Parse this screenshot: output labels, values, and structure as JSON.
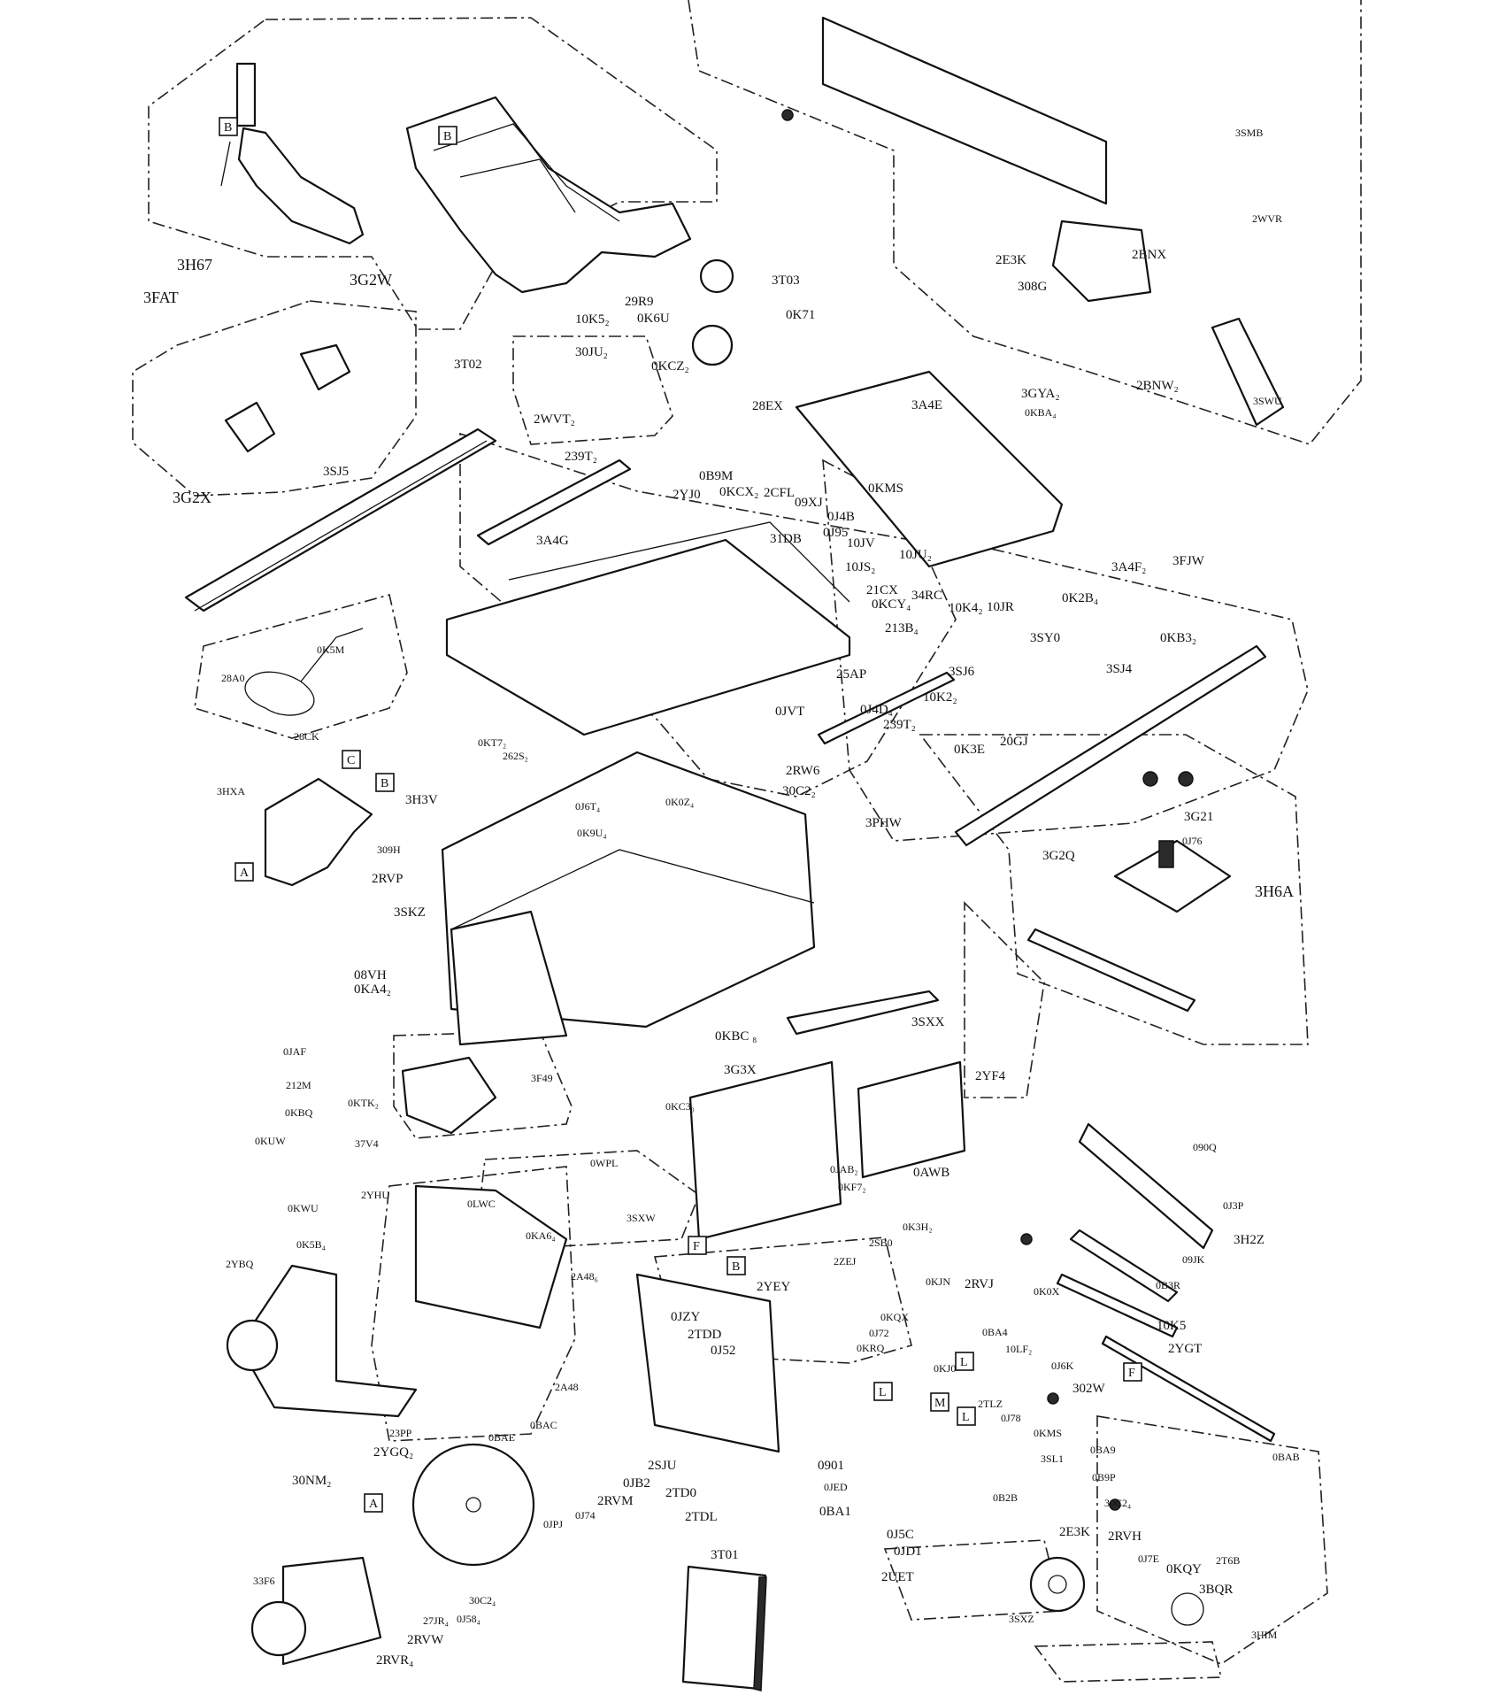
{
  "diagram": {
    "type": "exploded-parts-diagram",
    "labels": [
      {
        "id": "3H67",
        "text": "3H67"
      },
      {
        "id": "3G2W",
        "text": "3G2W"
      },
      {
        "id": "3FAT",
        "text": "3FAT"
      },
      {
        "id": "3G2X",
        "text": "3G2X"
      },
      {
        "id": "3SJ5",
        "text": "3SJ5"
      },
      {
        "id": "3T02",
        "text": "3T02"
      },
      {
        "id": "3T03",
        "text": "3T03"
      },
      {
        "id": "29R9",
        "text": "29R9"
      },
      {
        "id": "0K6U",
        "text": "0K6U"
      },
      {
        "id": "10K5_2",
        "text": "10K5₂"
      },
      {
        "id": "30JU_2",
        "text": "30JU₂"
      },
      {
        "id": "0K71",
        "text": "0K71"
      },
      {
        "id": "0KCZ_2",
        "text": "0KCZ₂"
      },
      {
        "id": "28EX",
        "text": "28EX"
      },
      {
        "id": "2WVT_2",
        "text": "2WVT₂"
      },
      {
        "id": "3SMB",
        "text": "3SMB"
      },
      {
        "id": "2WVR",
        "text": "2WVR"
      },
      {
        "id": "2E3K_a",
        "text": "2E3K"
      },
      {
        "id": "2BNX",
        "text": "2BNX"
      },
      {
        "id": "308G",
        "text": "308G"
      },
      {
        "id": "2BNW_2",
        "text": "2BNW₂"
      },
      {
        "id": "3SWU",
        "text": "3SWU"
      },
      {
        "id": "3GYA_2",
        "text": "3GYA₂"
      },
      {
        "id": "0KBA_4",
        "text": "0KBA₄"
      },
      {
        "id": "3A4E",
        "text": "3A4E"
      },
      {
        "id": "239T_2a",
        "text": "239T₂"
      },
      {
        "id": "3A4G",
        "text": "3A4G"
      },
      {
        "id": "2YJ0",
        "text": "2YJ0"
      },
      {
        "id": "0B9M",
        "text": "0B9M"
      },
      {
        "id": "0KCX_2",
        "text": "0KCX₂"
      },
      {
        "id": "2CFL",
        "text": "2CFL"
      },
      {
        "id": "09XJ",
        "text": "09XJ"
      },
      {
        "id": "0KMS_a",
        "text": "0KMS"
      },
      {
        "id": "0J4B",
        "text": "0J4B"
      },
      {
        "id": "0J95",
        "text": "0J95"
      },
      {
        "id": "10JV",
        "text": "10JV"
      },
      {
        "id": "31DB",
        "text": "31DB"
      },
      {
        "id": "10JU_2",
        "text": "10JU₂"
      },
      {
        "id": "10JS_2",
        "text": "10JS₂"
      },
      {
        "id": "21CX",
        "text": "21CX"
      },
      {
        "id": "34RC",
        "text": "34RC"
      },
      {
        "id": "0KCY_4",
        "text": "0KCY₄"
      },
      {
        "id": "10K4_2",
        "text": "10K4₂"
      },
      {
        "id": "10JR",
        "text": "10JR"
      },
      {
        "id": "213B_4",
        "text": "213B₄"
      },
      {
        "id": "3A4F_2",
        "text": "3A4F₂"
      },
      {
        "id": "3FJW",
        "text": "3FJW"
      },
      {
        "id": "0K2B_4",
        "text": "0K2B₄"
      },
      {
        "id": "0KB3_2",
        "text": "0KB3₂"
      },
      {
        "id": "3SY0",
        "text": "3SY0"
      },
      {
        "id": "3SJ4",
        "text": "3SJ4"
      },
      {
        "id": "0K5M",
        "text": "0K5M"
      },
      {
        "id": "28A0",
        "text": "28A0"
      },
      {
        "id": "28CK",
        "text": "28CK"
      },
      {
        "id": "25AP",
        "text": "25AP"
      },
      {
        "id": "3SJ6",
        "text": "3SJ6"
      },
      {
        "id": "10K2_2",
        "text": "10K2₂"
      },
      {
        "id": "0JVT",
        "text": "0JVT"
      },
      {
        "id": "0J4D_4",
        "text": "0J4D₄"
      },
      {
        "id": "239T_2b",
        "text": "239T₂"
      },
      {
        "id": "0K3E",
        "text": "0K3E"
      },
      {
        "id": "20GJ",
        "text": "20GJ"
      },
      {
        "id": "0KT7_2",
        "text": "0KT7₂"
      },
      {
        "id": "262S_2",
        "text": "262S₂"
      },
      {
        "id": "2RW6",
        "text": "2RW6"
      },
      {
        "id": "30C2_2a",
        "text": "30C2₂"
      },
      {
        "id": "3HXA",
        "text": "3HXA"
      },
      {
        "id": "3H3V",
        "text": "3H3V"
      },
      {
        "id": "309H",
        "text": "309H"
      },
      {
        "id": "2RVP",
        "text": "2RVP"
      },
      {
        "id": "0J6T_4",
        "text": "0J6T₄"
      },
      {
        "id": "0K0Z_4",
        "text": "0K0Z₄"
      },
      {
        "id": "0K9U_4",
        "text": "0K9U₄"
      },
      {
        "id": "3PHW",
        "text": "3PHW"
      },
      {
        "id": "3G21",
        "text": "3G21"
      },
      {
        "id": "0J76",
        "text": "0J76"
      },
      {
        "id": "3G2Q",
        "text": "3G2Q"
      },
      {
        "id": "3H6A",
        "text": "3H6A"
      },
      {
        "id": "3SKZ",
        "text": "3SKZ"
      },
      {
        "id": "08VH",
        "text": "08VH"
      },
      {
        "id": "0KA4_2",
        "text": "0KA4₂"
      },
      {
        "id": "3SXX",
        "text": "3SXX"
      },
      {
        "id": "0KBC_8",
        "text": "0KBC ₈"
      },
      {
        "id": "3G3X",
        "text": "3G3X"
      },
      {
        "id": "0JAF",
        "text": "0JAF"
      },
      {
        "id": "212M",
        "text": "212M"
      },
      {
        "id": "0KBQ",
        "text": "0KBQ"
      },
      {
        "id": "0KTK_2",
        "text": "0KTK₂"
      },
      {
        "id": "3F49",
        "text": "3F49"
      },
      {
        "id": "0KC3_3",
        "text": "0KC3₃"
      },
      {
        "id": "2YF4",
        "text": "2YF4"
      },
      {
        "id": "37V4",
        "text": "37V4"
      },
      {
        "id": "0KUW",
        "text": "0KUW"
      },
      {
        "id": "0WPL",
        "text": "0WPL"
      },
      {
        "id": "0JAB_2",
        "text": "0JAB₂"
      },
      {
        "id": "0AWB",
        "text": "0AWB"
      },
      {
        "id": "0KF7_2",
        "text": "0KF7₂"
      },
      {
        "id": "090Q",
        "text": "090Q"
      },
      {
        "id": "0KWU",
        "text": "0KWU"
      },
      {
        "id": "2YHU",
        "text": "2YHU"
      },
      {
        "id": "0LWC",
        "text": "0LWC"
      },
      {
        "id": "3SXW",
        "text": "3SXW"
      },
      {
        "id": "0J3P",
        "text": "0J3P"
      },
      {
        "id": "3H2Z",
        "text": "3H2Z"
      },
      {
        "id": "09JK",
        "text": "09JK"
      },
      {
        "id": "0B3R",
        "text": "0B3R"
      },
      {
        "id": "0K5B_4",
        "text": "0K5B₄"
      },
      {
        "id": "0KA6_4",
        "text": "0KA6₄"
      },
      {
        "id": "2YBQ",
        "text": "2YBQ"
      },
      {
        "id": "2A48_6",
        "text": "2A48₆"
      },
      {
        "id": "0K3H_2",
        "text": "0K3H₂"
      },
      {
        "id": "2SB0",
        "text": "2SB0"
      },
      {
        "id": "2ZEJ",
        "text": "2ZEJ"
      },
      {
        "id": "2YEY",
        "text": "2YEY"
      },
      {
        "id": "0KJN",
        "text": "0KJN"
      },
      {
        "id": "2RVJ",
        "text": "2RVJ"
      },
      {
        "id": "0K0X",
        "text": "0K0X"
      },
      {
        "id": "0KQX",
        "text": "0KQX"
      },
      {
        "id": "0J72",
        "text": "0J72"
      },
      {
        "id": "0KRQ",
        "text": "0KRQ"
      },
      {
        "id": "0BA4",
        "text": "0BA4"
      },
      {
        "id": "10LF_2",
        "text": "10LF₂"
      },
      {
        "id": "0JZY",
        "text": "0JZY"
      },
      {
        "id": "2TDD",
        "text": "2TDD"
      },
      {
        "id": "0J52",
        "text": "0J52"
      },
      {
        "id": "10K5",
        "text": "10K5"
      },
      {
        "id": "2YGT",
        "text": "2YGT"
      },
      {
        "id": "0KJ0",
        "text": "0KJ0"
      },
      {
        "id": "0J6K",
        "text": "0J6K"
      },
      {
        "id": "302W",
        "text": "302W"
      },
      {
        "id": "2A48",
        "text": "2A48"
      },
      {
        "id": "2TLZ",
        "text": "2TLZ"
      },
      {
        "id": "0J78",
        "text": "0J78"
      },
      {
        "id": "0KMS_b",
        "text": "0KMS"
      },
      {
        "id": "23PP",
        "text": "23PP"
      },
      {
        "id": "2YGQ_2",
        "text": "2YGQ₂"
      },
      {
        "id": "0BAE",
        "text": "0BAE"
      },
      {
        "id": "0BAC",
        "text": "0BAC"
      },
      {
        "id": "3SL1",
        "text": "3SL1"
      },
      {
        "id": "0BA9",
        "text": "0BA9"
      },
      {
        "id": "0BAB",
        "text": "0BAB"
      },
      {
        "id": "30NM_2",
        "text": "30NM₂"
      },
      {
        "id": "2SJU",
        "text": "2SJU"
      },
      {
        "id": "0901",
        "text": "0901"
      },
      {
        "id": "0B9P",
        "text": "0B9P"
      },
      {
        "id": "0JB2",
        "text": "0JB2"
      },
      {
        "id": "2RVM",
        "text": "2RVM"
      },
      {
        "id": "2TD0",
        "text": "2TD0"
      },
      {
        "id": "0JED",
        "text": "0JED"
      },
      {
        "id": "0B2B",
        "text": "0B2B"
      },
      {
        "id": "30C2_4b",
        "text": "30C2₄"
      },
      {
        "id": "0JPJ",
        "text": "0JPJ"
      },
      {
        "id": "0J74",
        "text": "0J74"
      },
      {
        "id": "2TDL",
        "text": "2TDL"
      },
      {
        "id": "0BA1",
        "text": "0BA1"
      },
      {
        "id": "2E3K_b",
        "text": "2E3K"
      },
      {
        "id": "2RVH",
        "text": "2RVH"
      },
      {
        "id": "0J5C",
        "text": "0J5C"
      },
      {
        "id": "0JD1",
        "text": "0JD1"
      },
      {
        "id": "0J7E",
        "text": "0J7E"
      },
      {
        "id": "0KQY",
        "text": "0KQY"
      },
      {
        "id": "2T6B",
        "text": "2T6B"
      },
      {
        "id": "2UET",
        "text": "2UET"
      },
      {
        "id": "3BQR",
        "text": "3BQR"
      },
      {
        "id": "3T01",
        "text": "3T01"
      },
      {
        "id": "33F6",
        "text": "33F6"
      },
      {
        "id": "30C2_4c",
        "text": "30C2₄"
      },
      {
        "id": "27JR_4",
        "text": "27JR₄"
      },
      {
        "id": "0J58_4",
        "text": "0J58₄"
      },
      {
        "id": "2RVW",
        "text": "2RVW"
      },
      {
        "id": "2RVR_4",
        "text": "2RVR₄"
      },
      {
        "id": "3SXZ",
        "text": "3SXZ"
      },
      {
        "id": "3HIM",
        "text": "3HIM"
      }
    ],
    "reference_boxes": [
      "B",
      "B",
      "C",
      "B",
      "A",
      "F",
      "B",
      "L",
      "L",
      "M",
      "L",
      "F",
      "A"
    ]
  }
}
